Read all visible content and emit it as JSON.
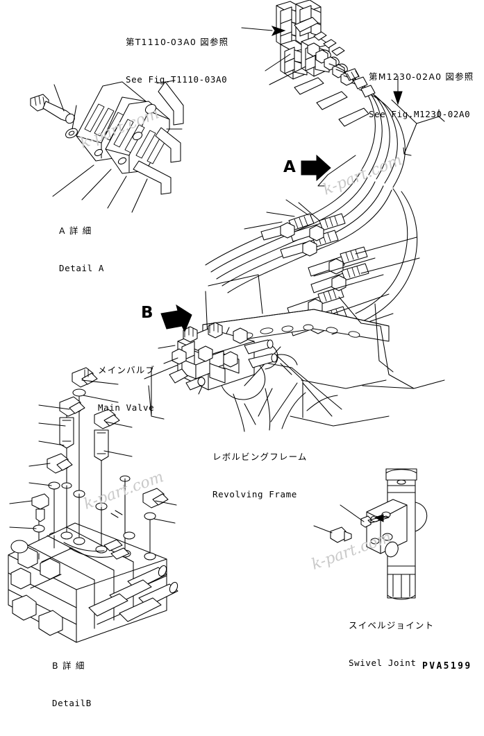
{
  "sheet": {
    "part_number": "PVA5199",
    "watermark_text": "k-part.com"
  },
  "references": [
    {
      "id": "ref-t1110",
      "jp": "第T1110-03A0 図参照",
      "en": "See Fig.T1110-03A0"
    },
    {
      "id": "ref-m1230",
      "jp": "第M1230-02A0 図参照",
      "en": "See Fig.M1230-02A0"
    }
  ],
  "section_marks": [
    {
      "id": "mark-a",
      "letter": "A"
    },
    {
      "id": "mark-b",
      "letter": "B"
    }
  ],
  "callouts": [
    {
      "id": "detail-a",
      "jp": "A 詳 細",
      "en": "Detail A"
    },
    {
      "id": "main-valve",
      "jp": "メインバルブ",
      "en": "Main Valve"
    },
    {
      "id": "revolving-frame",
      "jp": "レボルビングフレーム",
      "en": "Revolving Frame"
    },
    {
      "id": "swivel-joint",
      "jp": "スイベルジョイント",
      "en": "Swivel Joint"
    },
    {
      "id": "detail-b",
      "jp": "B 詳 細",
      "en": "DetailB"
    }
  ],
  "watermarks": [
    {
      "id": "wm-detail-a",
      "text": "k-part.com"
    },
    {
      "id": "wm-center",
      "text": "k-part.com"
    },
    {
      "id": "wm-detail-b",
      "text": "k-part.com"
    },
    {
      "id": "wm-swivel",
      "text": "k-part.com"
    }
  ]
}
